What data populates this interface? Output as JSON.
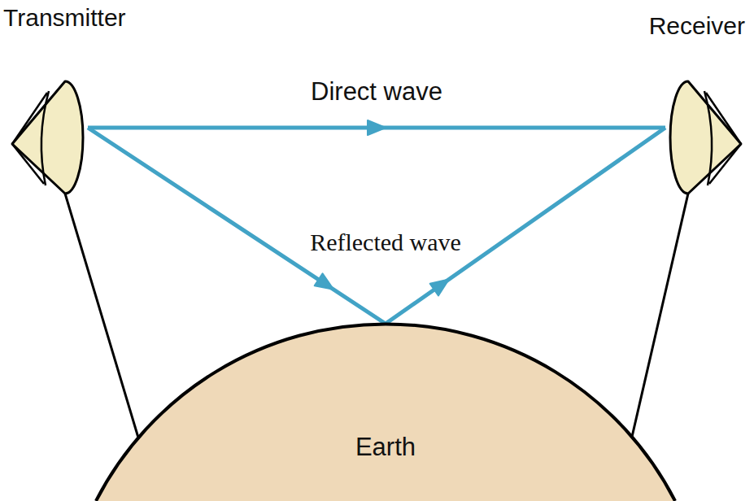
{
  "diagram": {
    "nodes": [
      {
        "text": [
          "Transmitter"
        ]
      },
      {
        "text": [
          "Receiver"
        ]
      },
      {
        "text": [
          "Earth"
        ]
      }
    ],
    "edges": [
      {
        "from": 0,
        "to": 1,
        "arrow": "to",
        "label": "Direct wave"
      },
      {
        "from": 0,
        "to": 1,
        "arrow": "to",
        "label": "Reflected wave"
      }
    ]
  }
}
